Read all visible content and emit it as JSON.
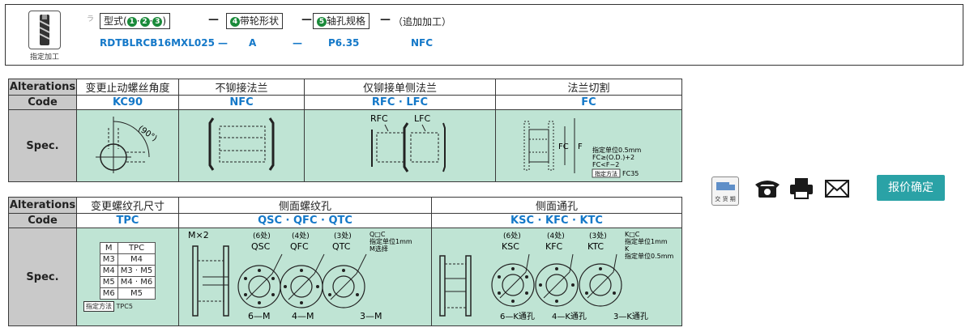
{
  "order": {
    "icon_label": "指定加工",
    "small_mark": "ラ",
    "type_box": "型式",
    "type_nums": [
      "1",
      "2",
      "3"
    ],
    "shape_num": "4",
    "shape_label": "带轮形状",
    "bore_num": "5",
    "bore_label": "轴孔规格",
    "extra": "（追加加工）",
    "dash": "—",
    "example": {
      "part": "RDTBLRCB16MXL025",
      "shape": "A",
      "bore": "P6.35",
      "extra": "NFC"
    }
  },
  "table1": {
    "row_labels": {
      "alterations": "Alterations",
      "code": "Code",
      "spec": "Spec."
    },
    "headers": [
      "变更止动螺丝角度",
      "不铆接法兰",
      "仅铆接单侧法兰",
      "法兰切割"
    ],
    "codes": [
      "KC90",
      "NFC",
      "RFC · LFC",
      "FC"
    ],
    "spec_text": {
      "angle": "(90°)",
      "rfc": "RFC",
      "lfc": "LFC",
      "fc": "FC",
      "f": "F",
      "fc_notes": [
        "指定单位0.5mm",
        "FC≥(O.D.)+2",
        "FC<F−2"
      ],
      "fc_method": "指定方法",
      "fc_method_val": "FC35"
    }
  },
  "table2": {
    "headers": [
      "变更螺纹孔尺寸",
      "侧面螺纹孔",
      "侧面通孔"
    ],
    "codes": [
      "TPC",
      "QSC · QFC · QTC",
      "KSC · KFC · KTC"
    ],
    "tpc_table": {
      "head": [
        "M",
        "TPC"
      ],
      "rows": [
        [
          "M3",
          "M4"
        ],
        [
          "M4",
          "M3 · M5"
        ],
        [
          "M5",
          "M4 · M6"
        ],
        [
          "M6",
          "M5"
        ]
      ],
      "method": "指定方法",
      "method_val": "TPC5"
    },
    "q_spec": {
      "mx2": "M×2",
      "pos": [
        "(6处)",
        "(4处)",
        "(3处)"
      ],
      "codes": [
        "QSC",
        "QFC",
        "QTC"
      ],
      "notes": [
        "Q□C",
        "指定单位1mm",
        "M选择"
      ],
      "bottom": [
        "6—M",
        "4—M",
        "3—M"
      ]
    },
    "k_spec": {
      "pos": [
        "(6处)",
        "(4处)",
        "(3处)"
      ],
      "codes": [
        "KSC",
        "KFC",
        "KTC"
      ],
      "notes": [
        "K□C",
        "指定单位1mm",
        "K",
        "指定单位0.5mm"
      ],
      "bottom": [
        "6—K通孔",
        "4—K通孔",
        "3—K通孔"
      ]
    }
  },
  "sidebar": {
    "delivery_label": "交 货 期",
    "quote_label": "报价确定"
  }
}
